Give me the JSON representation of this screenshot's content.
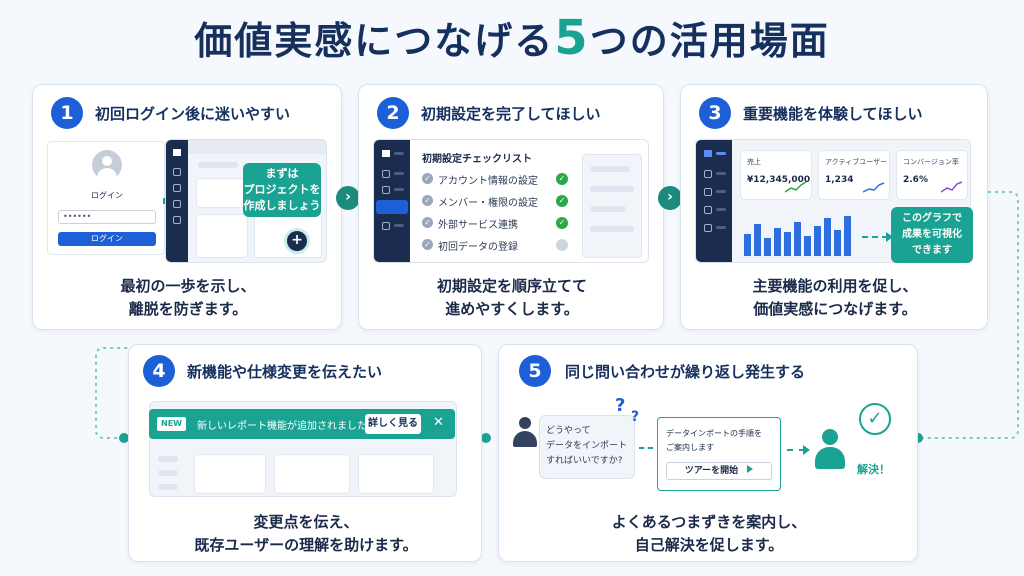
{
  "title_before": "価値実感につなげる",
  "title_five": "5",
  "title_after": "つの活用場面",
  "cards": [
    {
      "num": "1",
      "title": "初回ログイン後に迷いやすい",
      "desc1": "最初の一歩を示し、",
      "desc2": "離脱を防ぎます。"
    },
    {
      "num": "2",
      "title": "初期設定を完了してほしい",
      "desc1": "初期設定を順序立てて",
      "desc2": "進めやすくします。"
    },
    {
      "num": "3",
      "title": "重要機能を体験してほしい",
      "desc1": "主要機能の利用を促し、",
      "desc2": "価値実感につなげます。"
    },
    {
      "num": "4",
      "title": "新機能や仕様変更を伝えたい",
      "desc1": "変更点を伝え、",
      "desc2": "既存ユーザーの理解を助けます。"
    },
    {
      "num": "5",
      "title": "同じ問い合わせが繰り返し発生する",
      "desc1": "よくあるつまずきを案内し、",
      "desc2": "自己解決を促します。"
    }
  ],
  "login": {
    "label": "ログイン",
    "password": "••••••",
    "button": "ログイン"
  },
  "tip1": {
    "line1": "まずは",
    "line2": "プロジェクトを",
    "line3": "作成しましょう"
  },
  "checklist": {
    "title": "初期設定チェックリスト",
    "items": [
      {
        "label": "アカウント情報の設定",
        "done": true
      },
      {
        "label": "メンバー・権限の設定",
        "done": true
      },
      {
        "label": "外部サービス連携",
        "done": true
      },
      {
        "label": "初回データの登録",
        "done": false
      }
    ]
  },
  "kpis": [
    {
      "label": "売上",
      "value": "¥12,345,000"
    },
    {
      "label": "アクティブユーザー",
      "value": "1,234"
    },
    {
      "label": "コンバージョン率",
      "value": "2.6%"
    }
  ],
  "chart_bars": [
    0.55,
    0.8,
    0.45,
    0.7,
    0.6,
    0.85,
    0.5,
    0.75,
    0.95,
    0.65,
    1.0
  ],
  "tip3": {
    "line1": "このグラフで",
    "line2": "成果を可視化",
    "line3": "できます"
  },
  "banner": {
    "badge": "NEW",
    "text": "新しいレポート機能が追加されました",
    "button": "詳しく見る",
    "close": "✕"
  },
  "chat": {
    "q1": "どうやって",
    "q2": "データをインポート",
    "q3": "すればいいですか?"
  },
  "guide": {
    "line1": "データインポートの手順を",
    "line2": "ご案内します",
    "button": "ツアーを開始"
  },
  "solved": "解決！",
  "colors": {
    "accent": "#1d5fd6",
    "teal": "#1aa392",
    "navy": "#16305e"
  }
}
